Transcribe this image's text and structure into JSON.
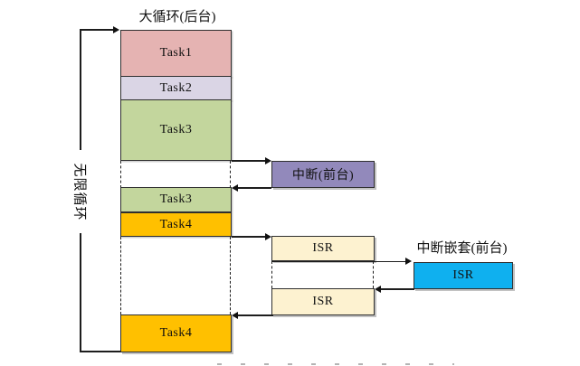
{
  "diagram": {
    "title": "大循环(后台)",
    "loop_label": "无限循环",
    "tasks": [
      {
        "label": "Task1",
        "color": "#e5b3b2"
      },
      {
        "label": "Task2",
        "color": "#dad5e5"
      },
      {
        "label": "Task3",
        "color": "#c3d69d"
      },
      {
        "label": "Task3",
        "color": "#c3d69d"
      },
      {
        "label": "Task4",
        "color": "#ffc000"
      },
      {
        "label": "Task4",
        "color": "#ffc000"
      }
    ],
    "interrupt": {
      "label": "中断(前台)",
      "color": "#9289bb"
    },
    "isr_top": {
      "label": "ISR",
      "color": "#fdf2d0"
    },
    "isr_bottom": {
      "label": "ISR",
      "color": "#fdf2d0"
    },
    "nested": {
      "title": "中断嵌套(前台)",
      "isr_label": "ISR",
      "color": "#0fb0ef"
    },
    "colors": {
      "box_border": "#2f2f2f",
      "arrow_line": "#1d1d1d"
    }
  }
}
